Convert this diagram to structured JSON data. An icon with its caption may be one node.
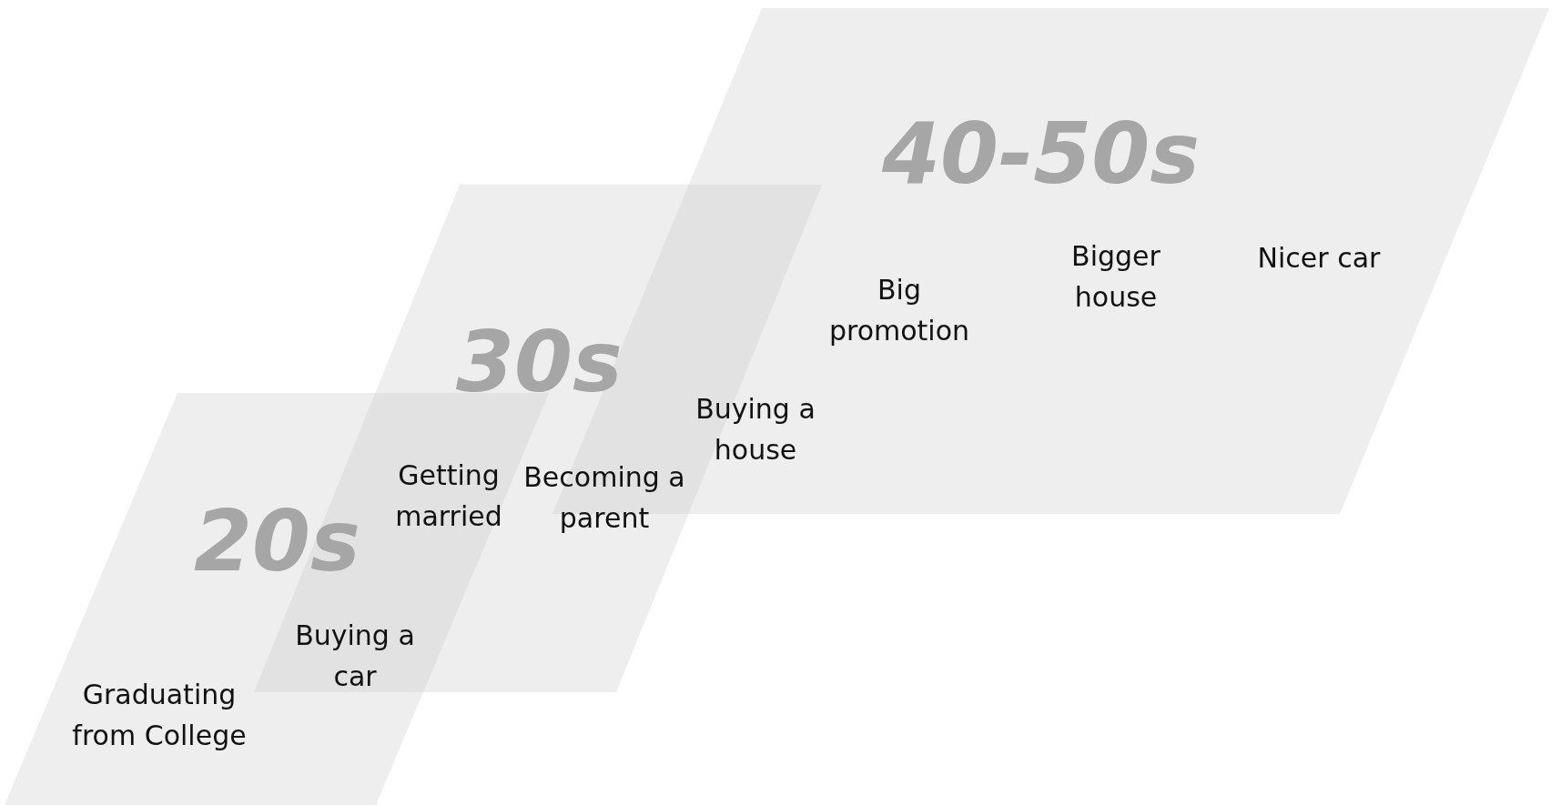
{
  "diagram": {
    "nodes": [
      {
        "text": [
          "20s"
        ]
      },
      {
        "text": [
          "30s"
        ]
      },
      {
        "text": [
          "40-50s"
        ]
      }
    ],
    "labels": [
      "Nicer car",
      "Bigger house",
      "Big promotion",
      "Buying a house",
      "Getting married",
      "Becoming a parent",
      "Buying a car",
      "Graduating from College"
    ]
  }
}
